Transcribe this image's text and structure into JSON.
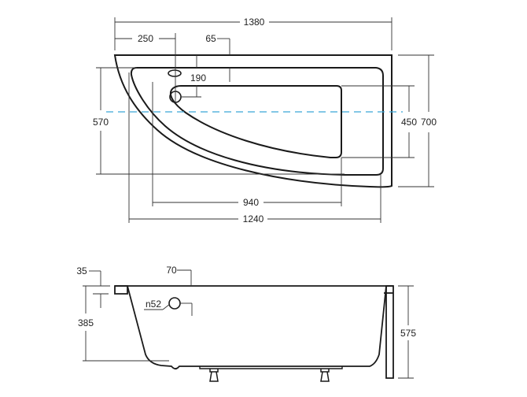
{
  "diagram": {
    "subject": "Corner bathtub technical drawing",
    "top_view": {
      "dimensions": {
        "overall_length": "1380",
        "overflow_offset": "250",
        "rim_width": "65",
        "drain_offset": "190",
        "left_depth": "570",
        "basin_bottom_width": "450",
        "overall_width": "700",
        "basin_bottom_length": "940",
        "basin_top_length": "1240"
      },
      "centerline_color": "#3aa6d8"
    },
    "side_view": {
      "dimensions": {
        "rim_thickness": "35",
        "rim_width": "70",
        "overflow_label": "n52",
        "tub_depth": "385",
        "total_height": "575"
      }
    },
    "colors": {
      "outline": "#1a1a1a",
      "dimension_line": "#333333",
      "background": "#ffffff"
    }
  }
}
